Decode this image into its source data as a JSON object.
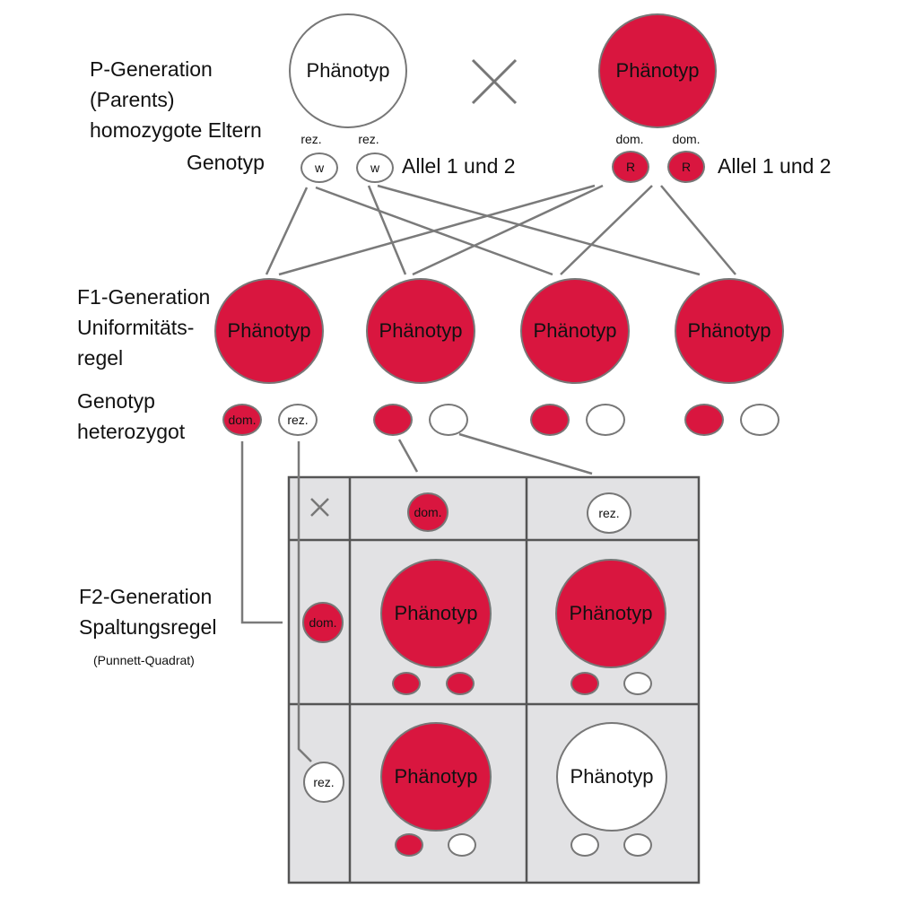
{
  "colors": {
    "dominant": "#d9163f",
    "recessive": "#ffffff",
    "stroke": "#777777",
    "grid_bg": "#e2e2e4",
    "grid_line": "#555555"
  },
  "p_generation": {
    "labels": [
      "P-Generation",
      "(Parents)",
      "homozygote Eltern",
      "Genotyp"
    ],
    "cross_symbol": "×",
    "parent_left": {
      "phenotype": "Phänotyp",
      "color": "white",
      "alleles": [
        {
          "caption": "rez.",
          "letter": "w"
        },
        {
          "caption": "rez.",
          "letter": "w"
        }
      ],
      "allele_note": "Allel 1 und 2"
    },
    "parent_right": {
      "phenotype": "Phänotyp",
      "color": "red",
      "alleles": [
        {
          "caption": "dom.",
          "letter": "R"
        },
        {
          "caption": "dom.",
          "letter": "R"
        }
      ],
      "allele_note": "Allel 1 und 2"
    }
  },
  "f1_generation": {
    "labels": [
      "F1-Generation",
      "Uniformitäts-",
      "regel"
    ],
    "genotype_labels": [
      "Genotyp",
      "heterozygot"
    ],
    "individuals": [
      {
        "phenotype": "Phänotyp",
        "alleles": [
          {
            "color": "red",
            "text": "dom."
          },
          {
            "color": "white",
            "text": "rez."
          }
        ]
      },
      {
        "phenotype": "Phänotyp",
        "alleles": [
          {
            "color": "red",
            "text": ""
          },
          {
            "color": "white",
            "text": ""
          }
        ]
      },
      {
        "phenotype": "Phänotyp",
        "alleles": [
          {
            "color": "red",
            "text": ""
          },
          {
            "color": "white",
            "text": ""
          }
        ]
      },
      {
        "phenotype": "Phänotyp",
        "alleles": [
          {
            "color": "red",
            "text": ""
          },
          {
            "color": "white",
            "text": ""
          }
        ]
      }
    ]
  },
  "f2_generation": {
    "labels": [
      "F2-Generation",
      "Spaltungsregel"
    ],
    "sublabel": "(Punnett-Quadrat)",
    "punnett": {
      "corner": "×",
      "col_headers": [
        {
          "text": "dom.",
          "color": "red"
        },
        {
          "text": "rez.",
          "color": "white"
        }
      ],
      "row_headers": [
        {
          "text": "dom.",
          "color": "red"
        },
        {
          "text": "rez.",
          "color": "white"
        }
      ],
      "cells": [
        [
          {
            "phenotype": "Phänotyp",
            "color": "red",
            "alleles": [
              "red",
              "red"
            ]
          },
          {
            "phenotype": "Phänotyp",
            "color": "red",
            "alleles": [
              "red",
              "white"
            ]
          }
        ],
        [
          {
            "phenotype": "Phänotyp",
            "color": "red",
            "alleles": [
              "red",
              "white"
            ]
          },
          {
            "phenotype": "Phänotyp",
            "color": "white",
            "alleles": [
              "white",
              "white"
            ]
          }
        ]
      ]
    }
  }
}
